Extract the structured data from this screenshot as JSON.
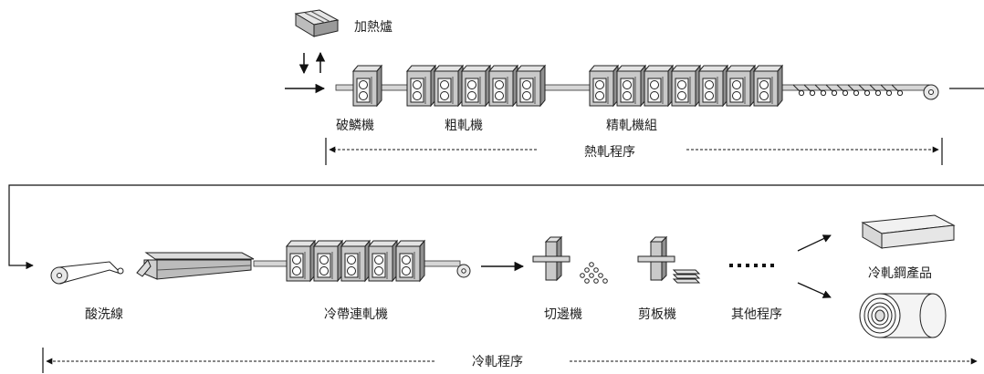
{
  "hot_rolling": {
    "furnace_label": "加熱爐",
    "descaler_label": "破鱗機",
    "rougher_label": "粗軋機",
    "finisher_label": "精軋機組",
    "process_label": "熱軋程序"
  },
  "cold_rolling": {
    "pickling_label": "酸洗線",
    "tandem_mill_label": "冷帶連軋機",
    "edge_trimmer_label": "切邊機",
    "shear_label": "剪板機",
    "other_label": "其他程序",
    "product_label": "冷軋鋼產品",
    "process_label": "冷軋程序"
  },
  "colors": {
    "stand_fill": "#c8c8c8",
    "stand_stroke": "#222222",
    "strip": "#d6d6d6"
  }
}
